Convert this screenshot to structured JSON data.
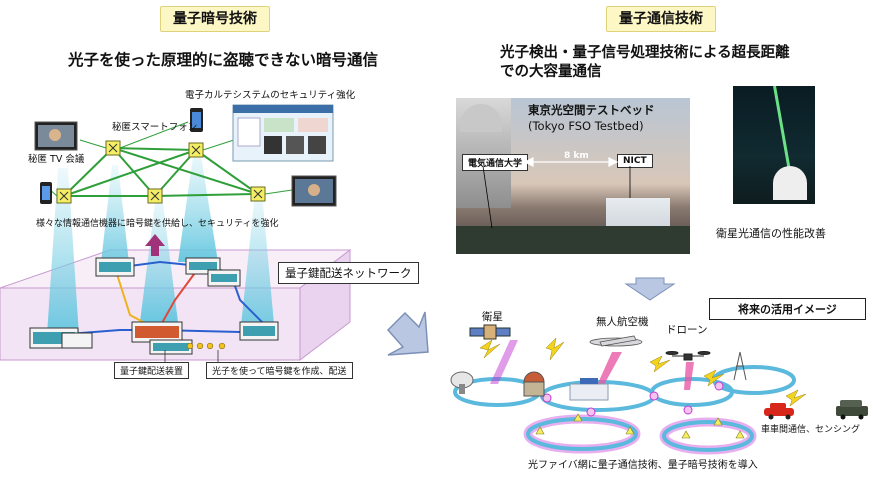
{
  "left": {
    "section_title": "量子暗号技術",
    "headline": "光子を使った原理的に盗聴できない暗号通信",
    "label_ehr": "電子カルテシステムのセキュリティ強化",
    "label_smartphone": "秘匿スマートフォン",
    "label_tv": "秘匿 TV 会議",
    "label_supply": "様々な情報通信機器に暗号鍵を供給し、セキュリティを強化",
    "network_label": "量子鍵配送ネットワーク",
    "device_label": "量子鍵配送装置",
    "photon_label": "光子を使って暗号鍵を作成、配送"
  },
  "right": {
    "section_title": "量子通信技術",
    "headline_line1": "光子検出・量子信号処理技術による超長距離",
    "headline_line2": "での大容量通信",
    "testbed_jp": "東京光空間テストベッド",
    "testbed_en": "(Tokyo FSO Testbed)",
    "uec_label": "電気通信大学",
    "distance": "8 km",
    "nict_label": "NICT",
    "satellite_improve": "衛星光通信の性能改善",
    "future_box": "将来の活用イメージ",
    "satellite": "衛星",
    "uav": "無人航空機",
    "drone": "ドローン",
    "v2v": "車車間通信、センシング",
    "fiber_caption": "光ファイバ網に量子通信技術、量子暗号技術を導入"
  },
  "colors": {
    "pill_bg": "#fdf7c6",
    "beam_cyan": "#8fd8e8",
    "network_box": "#f2e4f4",
    "fiber_ring": "#5ab9dc",
    "link_green": "#2f9f3a",
    "node_yellow": "#f3ee63",
    "glow_magenta": "#c23ad4"
  }
}
